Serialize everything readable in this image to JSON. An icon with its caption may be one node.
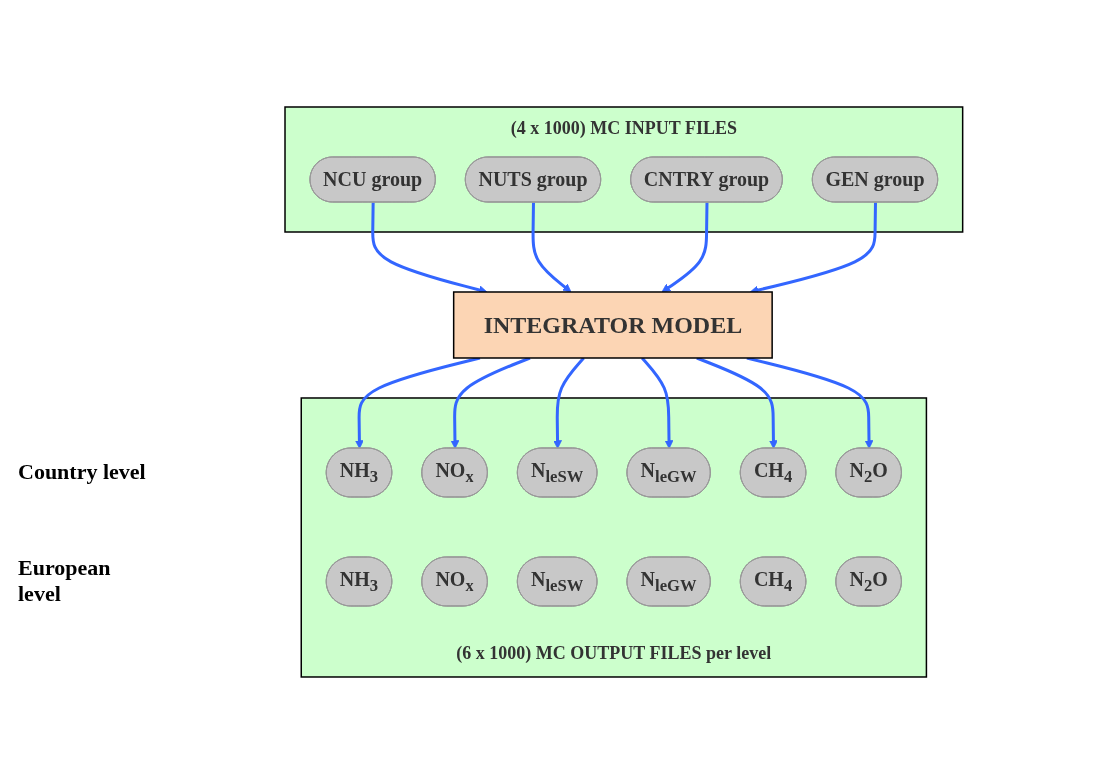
{
  "diagram": {
    "nodes": [
      {
        "text": [
          "(4 x 1000) MC INPUT FILES"
        ]
      },
      {
        "text": [
          "NCU group"
        ],
        "in": 0
      },
      {
        "text": [
          "NUTS group"
        ],
        "in": 0
      },
      {
        "text": [
          "CNTRY group"
        ],
        "in": 0
      },
      {
        "text": [
          "GEN group"
        ],
        "in": 0
      },
      {
        "text": [
          "INTEGRATOR MODEL"
        ]
      },
      {
        "text": [
          "(6 x 1000) MC OUTPUT FILES per level"
        ]
      },
      {
        "text": [
          "NH$_{3}$"
        ],
        "in": 6
      },
      {
        "text": [
          "NO$_{x}$"
        ],
        "in": 6
      },
      {
        "text": [
          "N$_{leSW}$"
        ],
        "in": 6
      },
      {
        "text": [
          "N$_{leGW}$"
        ],
        "in": 6
      },
      {
        "text": [
          "CH$_{4}$"
        ],
        "in": 6
      },
      {
        "text": [
          "N$_{2}$O"
        ],
        "in": 6
      },
      {
        "text": [
          "NH$_{3}$"
        ],
        "in": 6
      },
      {
        "text": [
          "NO$_{x}$"
        ],
        "in": 6
      },
      {
        "text": [
          "N$_{leSW}$"
        ],
        "in": 6
      },
      {
        "text": [
          "N$_{leGW}$"
        ],
        "in": 6
      },
      {
        "text": [
          "CH$_{4}$"
        ],
        "in": 6
      },
      {
        "text": [
          "N$_{2}$O"
        ],
        "in": 6
      }
    ],
    "edges": [
      {
        "from": 1,
        "to": 5,
        "arrow": "to"
      },
      {
        "from": 2,
        "to": 5,
        "arrow": "to"
      },
      {
        "from": 3,
        "to": 5,
        "arrow": "to"
      },
      {
        "from": 4,
        "to": 5,
        "arrow": "to"
      },
      {
        "from": 5,
        "to": 7,
        "arrow": "to"
      },
      {
        "from": 5,
        "to": 8,
        "arrow": "to"
      },
      {
        "from": 5,
        "to": 9,
        "arrow": "to"
      },
      {
        "from": 5,
        "to": 10,
        "arrow": "to"
      },
      {
        "from": 5,
        "to": 11,
        "arrow": "to"
      },
      {
        "from": 5,
        "to": 12,
        "arrow": "to"
      }
    ],
    "labels": [
      "Country level",
      "European level"
    ]
  }
}
